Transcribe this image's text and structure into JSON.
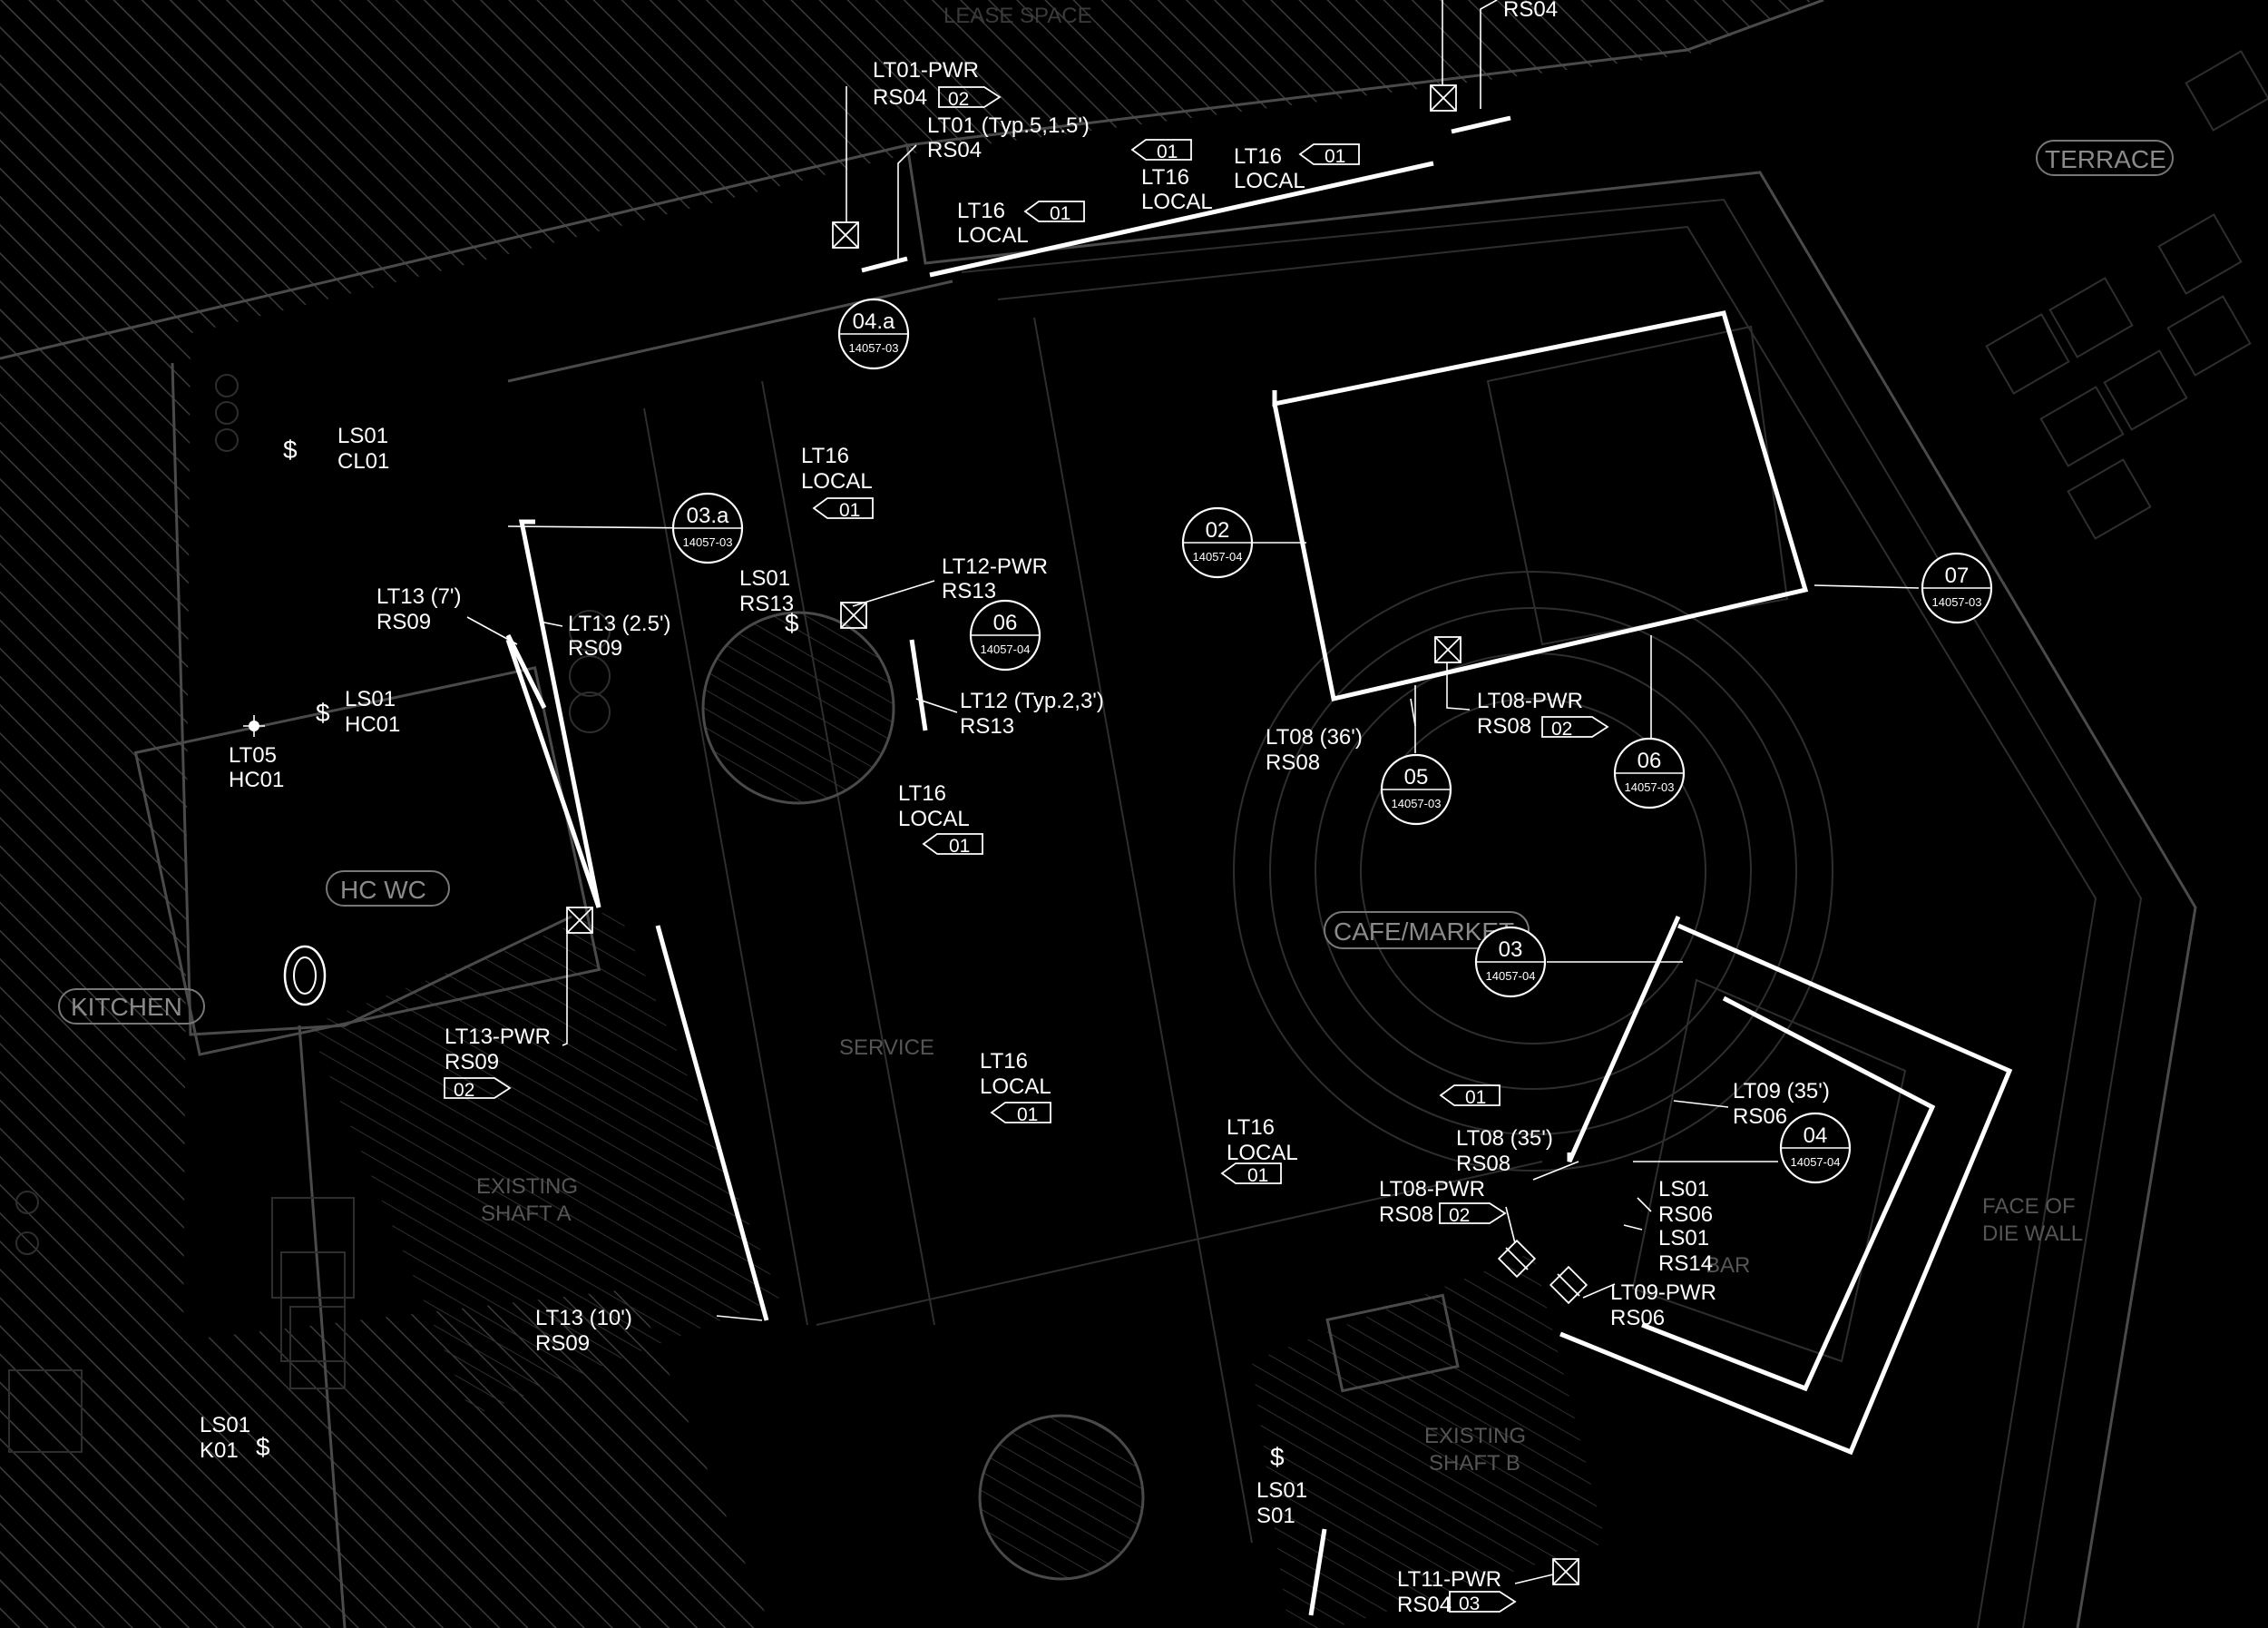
{
  "rooms": {
    "lease_space": "LEASE SPACE",
    "terrace": "TERRACE",
    "kitchen": "KITCHEN",
    "hc_wc": "HC WC",
    "cafe_market": "CAFE/MARKET",
    "service": "SERVICE",
    "bar": "BAR",
    "existing_shaft_a": [
      "EXISTING",
      "SHAFT A"
    ],
    "existing_shaft_b": [
      "EXISTING",
      "SHAFT B"
    ],
    "face_of_die_wall": [
      "FACE OF",
      "DIE WALL"
    ]
  },
  "labels": {
    "rs04_top": "RS04",
    "lt01_pwr": [
      "LT01-PWR",
      "RS04"
    ],
    "lt01_pwr_tag": "02",
    "lt01_typ": [
      "LT01 (Typ.5,1.5')",
      "RS04"
    ],
    "lt16_a": [
      "LT16",
      "LOCAL"
    ],
    "lt16_a_tag": "01",
    "lt16_b": [
      "LT16",
      "LOCAL"
    ],
    "lt16_b_tag": "01",
    "lt16_c": [
      "LT16",
      "LOCAL"
    ],
    "lt16_c_tag": "01",
    "ls01_cl01": [
      "LS01",
      "CL01"
    ],
    "lt13_7": [
      "LT13 (7')",
      "RS09"
    ],
    "lt13_25": [
      "LT13 (2.5')",
      "RS09"
    ],
    "ls01_hc01": [
      "LS01",
      "HC01"
    ],
    "lt05_hc01": [
      "LT05",
      "HC01"
    ],
    "lt16_d": [
      "LT16",
      "LOCAL"
    ],
    "lt16_d_tag": "01",
    "ls01_rs13": [
      "LS01",
      "RS13"
    ],
    "lt12_pwr": [
      "LT12-PWR",
      "RS13"
    ],
    "lt12_typ": [
      "LT12 (Typ.2,3')",
      "RS13"
    ],
    "lt16_e": [
      "LT16",
      "LOCAL"
    ],
    "lt16_e_tag": "01",
    "lt13_pwr": [
      "LT13-PWR",
      "RS09"
    ],
    "lt13_pwr_tag": "02",
    "lt16_f": [
      "LT16",
      "LOCAL"
    ],
    "lt16_f_tag": "01",
    "lt13_10": [
      "LT13 (10')",
      "RS09"
    ],
    "ls01_k01": [
      "LS01",
      "K01"
    ],
    "lt08_36": [
      "LT08 (36')",
      "RS08"
    ],
    "lt08_pwr": [
      "LT08-PWR",
      "RS08"
    ],
    "lt08_pwr_tag": "02",
    "lt16_g": [
      "LT16",
      "LOCAL"
    ],
    "lt16_g_tag": "01",
    "tag_01_free": "01",
    "lt08_35": [
      "LT08 (35')",
      "RS08"
    ],
    "lt08_pwr_b": "LT08-PWR",
    "rs08_b": "RS08",
    "lt08_pwr_b_tag": "02",
    "lt09_35": [
      "LT09 (35')",
      "RS06"
    ],
    "ls01_rs06": [
      "LS01",
      "RS06"
    ],
    "ls01_rs14": [
      "LS01",
      "RS14"
    ],
    "lt09_pwr": [
      "LT09-PWR",
      "RS06"
    ],
    "ls01_s01": [
      "LS01",
      "S01"
    ],
    "lt11_pwr": "LT11-PWR",
    "rs04_b": "RS04",
    "lt11_pwr_tag": "03",
    "switch": "$"
  },
  "details": {
    "d04a": {
      "num": "04.a",
      "sheet": "14057-03"
    },
    "d03a": {
      "num": "03.a",
      "sheet": "14057-03"
    },
    "d02": {
      "num": "02",
      "sheet": "14057-04"
    },
    "d06a": {
      "num": "06",
      "sheet": "14057-04"
    },
    "d07": {
      "num": "07",
      "sheet": "14057-03"
    },
    "d05": {
      "num": "05",
      "sheet": "14057-03"
    },
    "d06b": {
      "num": "06",
      "sheet": "14057-03"
    },
    "d03": {
      "num": "03",
      "sheet": "14057-04"
    },
    "d04": {
      "num": "04",
      "sheet": "14057-04"
    }
  },
  "colors": {
    "background": "#000000",
    "linework": "#ffffff",
    "hatch": "#3a3a3a",
    "room_label": "#8a8a8a"
  }
}
